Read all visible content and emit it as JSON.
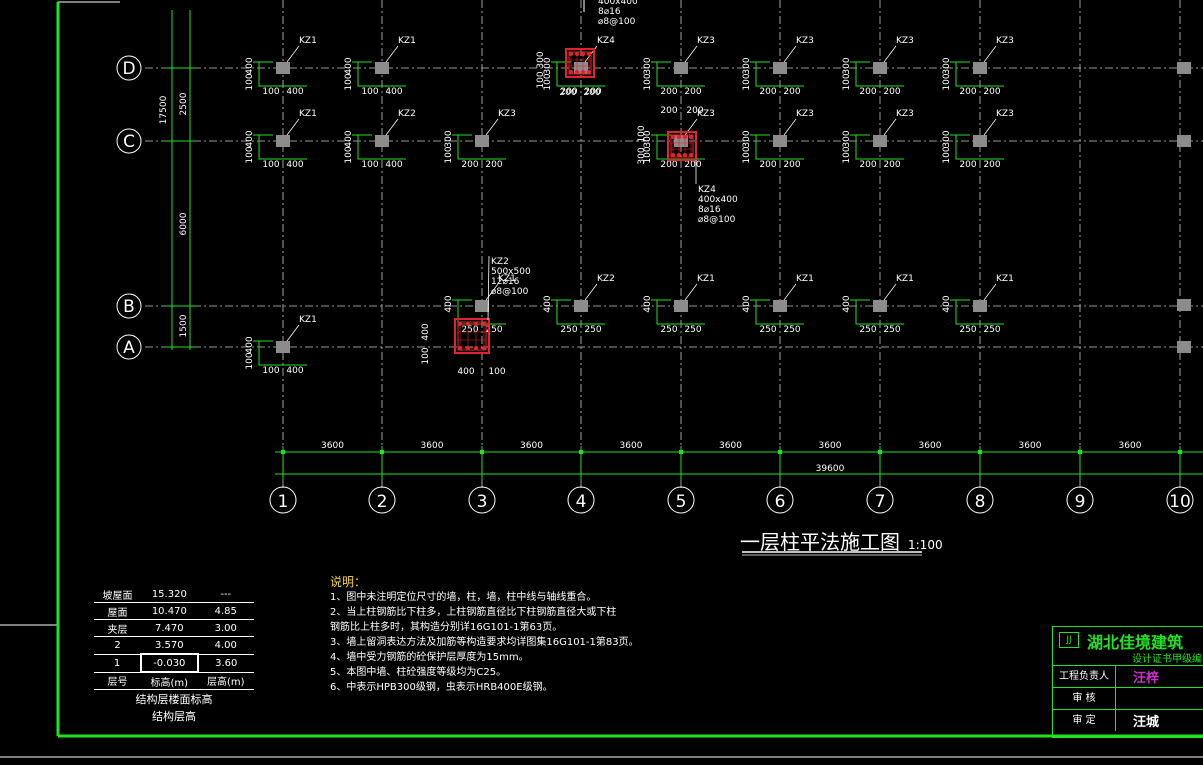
{
  "colors": {
    "grid": "#c8c8c8",
    "dim": "#1ee51e",
    "col_fill": "#8c8c8c",
    "section": "#e0242f",
    "notes_head": "#f5d742",
    "sign": "#d22fd2"
  },
  "rows": [
    {
      "label": "D",
      "col_labels": [
        "KZ1",
        "KZ1",
        "KZ4",
        "KZ3",
        "KZ3",
        "KZ3",
        "KZ3"
      ]
    },
    {
      "label": "C",
      "col_labels": [
        "KZ1",
        "KZ2",
        "KZ3",
        "",
        "KZ3",
        "KZ3",
        "KZ3",
        "KZ3"
      ]
    },
    {
      "label": "B",
      "col_labels": [
        "KZ1",
        "KZ2",
        "KZ1",
        "KZ1",
        "KZ1",
        "KZ1"
      ]
    },
    {
      "label": "A",
      "col_labels": [
        "KZ1"
      ]
    }
  ],
  "axes": [
    "1",
    "2",
    "3",
    "4",
    "5",
    "6",
    "7",
    "8",
    "9",
    "10"
  ],
  "spans": [
    "3600",
    "3600",
    "3600",
    "3600",
    "3600",
    "3600",
    "3600",
    "3600",
    "3600"
  ],
  "total_span": "39600",
  "vertical_dims": [
    "17500",
    "2500",
    "6000",
    "1500"
  ],
  "dim_labels": {
    "a": "400",
    "b": "100",
    "c": "300",
    "d": "200",
    "e": "250"
  },
  "details": [
    {
      "name": "KZ2",
      "size": "500x500",
      "bars": "12⌀16",
      "stirrups": "⌀8@100"
    },
    {
      "name": "KZ4",
      "size": "400x400",
      "bars": "8⌀16",
      "stirrups": "⌀8@100"
    },
    {
      "name": "",
      "size": "400x400",
      "bars": "8⌀16",
      "stirrups": "⌀8@100"
    }
  ],
  "drawing_title": "一层柱平法施工图",
  "scale": "1:100",
  "notes_title": "说明：",
  "notes": [
    "1、图中未注明定位尺寸的墙，柱，墙，柱中线与轴线重合。",
    "2、当上柱钢筋比下柱多，上柱钢筋直径比下柱钢筋直径大或下柱",
    "钢筋比上柱多时，其构造分别详16G101-1第63页。",
    "3、墙上留洞表达方法及加筋等构造要求均详图集16G101-1第83页。",
    "4、墙中受力钢筋的砼保护层厚度为15mm。",
    "5、本图中墙、柱砼强度等级均为C25。",
    "6、中表示HPB300级钢，虫表示HRB400E级钢。"
  ],
  "levels": {
    "rows": [
      [
        "坡屋面",
        "15.320",
        "---"
      ],
      [
        "屋面",
        "10.470",
        "4.85"
      ],
      [
        "夹层",
        "7.470",
        "3.00"
      ],
      [
        "2",
        "3.570",
        "4.00"
      ],
      [
        "1",
        "-0.030",
        "3.60"
      ]
    ],
    "header": [
      "层号",
      "标高(m)",
      "层高(m)"
    ],
    "caption1": "结构层楼面标高",
    "caption2": "结构层高"
  },
  "titleblock": {
    "company": "湖北佳境建筑",
    "cert": "设计证书甲级编",
    "roles": [
      "工程负责人",
      "审 核",
      "审 定"
    ],
    "signs": [
      "汪梓",
      "",
      "汪城"
    ]
  }
}
